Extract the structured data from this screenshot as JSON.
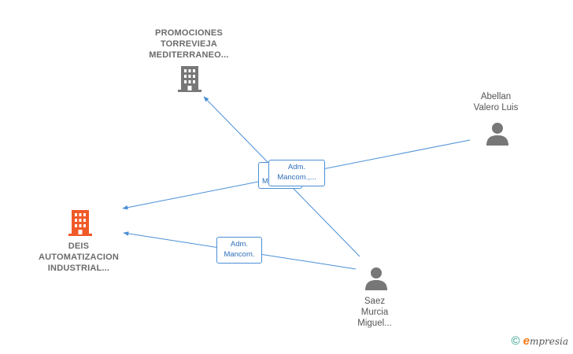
{
  "nodes": {
    "promociones": {
      "label_lines": [
        "PROMOCIONES",
        "TORREVIEJA",
        "MEDITERRANEO..."
      ],
      "icon": "building-icon",
      "color": "#777777"
    },
    "deis": {
      "label_lines": [
        "DEIS",
        "AUTOMATIZACION",
        "INDUSTRIAL..."
      ],
      "icon": "building-icon",
      "color": "#f05a28"
    },
    "abellan": {
      "label_lines": [
        "Abellan",
        "Valero Luis"
      ],
      "icon": "person-icon",
      "color": "#777777"
    },
    "saez": {
      "label_lines": [
        "Saez",
        "Murcia",
        "Miguel..."
      ],
      "icon": "person-icon",
      "color": "#777777"
    }
  },
  "edge_labels": {
    "abellan_to_deis": [
      "Adm.",
      "Mancom.,..."
    ],
    "back_label_stub": [
      "M"
    ],
    "saez_to_deis": [
      "Adm.",
      "Mancom."
    ]
  },
  "edge_color": "#4a8fd6",
  "footer": {
    "copyright": "©",
    "brand_initial": "e",
    "brand_rest": "mpresia"
  }
}
